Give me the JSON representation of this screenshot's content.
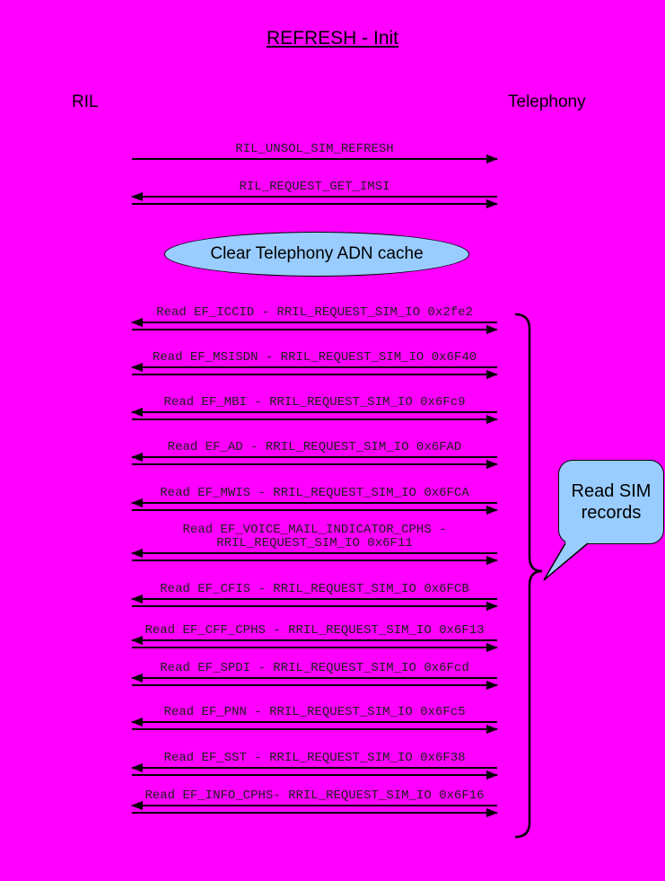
{
  "diagram": {
    "title": "REFRESH - Init",
    "actors": {
      "left": "RIL",
      "right": "Telephony"
    },
    "note": "Clear Telephony ADN cache",
    "callout": "Read SIM records",
    "colors": {
      "background": "#FF00FF",
      "note_fill": "#99CCFF",
      "line": "#000000"
    },
    "messages": [
      {
        "label": "RIL_UNSOL_SIM_REFRESH",
        "direction": "right"
      },
      {
        "label": "RIL_REQUEST_GET_IMSI",
        "direction": "both"
      },
      {
        "label": "Read EF_ICCID - RRIL_REQUEST_SIM_IO 0x2fe2",
        "direction": "both"
      },
      {
        "label": "Read EF_MSISDN - RRIL_REQUEST_SIM_IO 0x6F40",
        "direction": "both"
      },
      {
        "label": "Read EF_MBI - RRIL_REQUEST_SIM_IO 0x6Fc9",
        "direction": "both"
      },
      {
        "label": "Read EF_AD - RRIL_REQUEST_SIM_IO 0x6FAD",
        "direction": "both"
      },
      {
        "label": "Read EF_MWIS - RRIL_REQUEST_SIM_IO 0x6FCA",
        "direction": "both"
      },
      {
        "label": "Read EF_VOICE_MAIL_INDICATOR_CPHS -\nRRIL_REQUEST_SIM_IO 0x6F11",
        "direction": "both"
      },
      {
        "label": "Read EF_CFIS - RRIL_REQUEST_SIM_IO 0x6FCB",
        "direction": "both"
      },
      {
        "label": "Read EF_CFF_CPHS - RRIL_REQUEST_SIM_IO 0x6F13",
        "direction": "both"
      },
      {
        "label": "Read EF_SPDI - RRIL_REQUEST_SIM_IO 0x6Fcd",
        "direction": "both"
      },
      {
        "label": "Read EF_PNN - RRIL_REQUEST_SIM_IO 0x6Fc5",
        "direction": "both"
      },
      {
        "label": "Read EF_SST - RRIL_REQUEST_SIM_IO 0x6F38",
        "direction": "both"
      },
      {
        "label": "Read EF_INFO_CPHS- RRIL_REQUEST_SIM_IO 0x6F16",
        "direction": "both"
      }
    ]
  }
}
